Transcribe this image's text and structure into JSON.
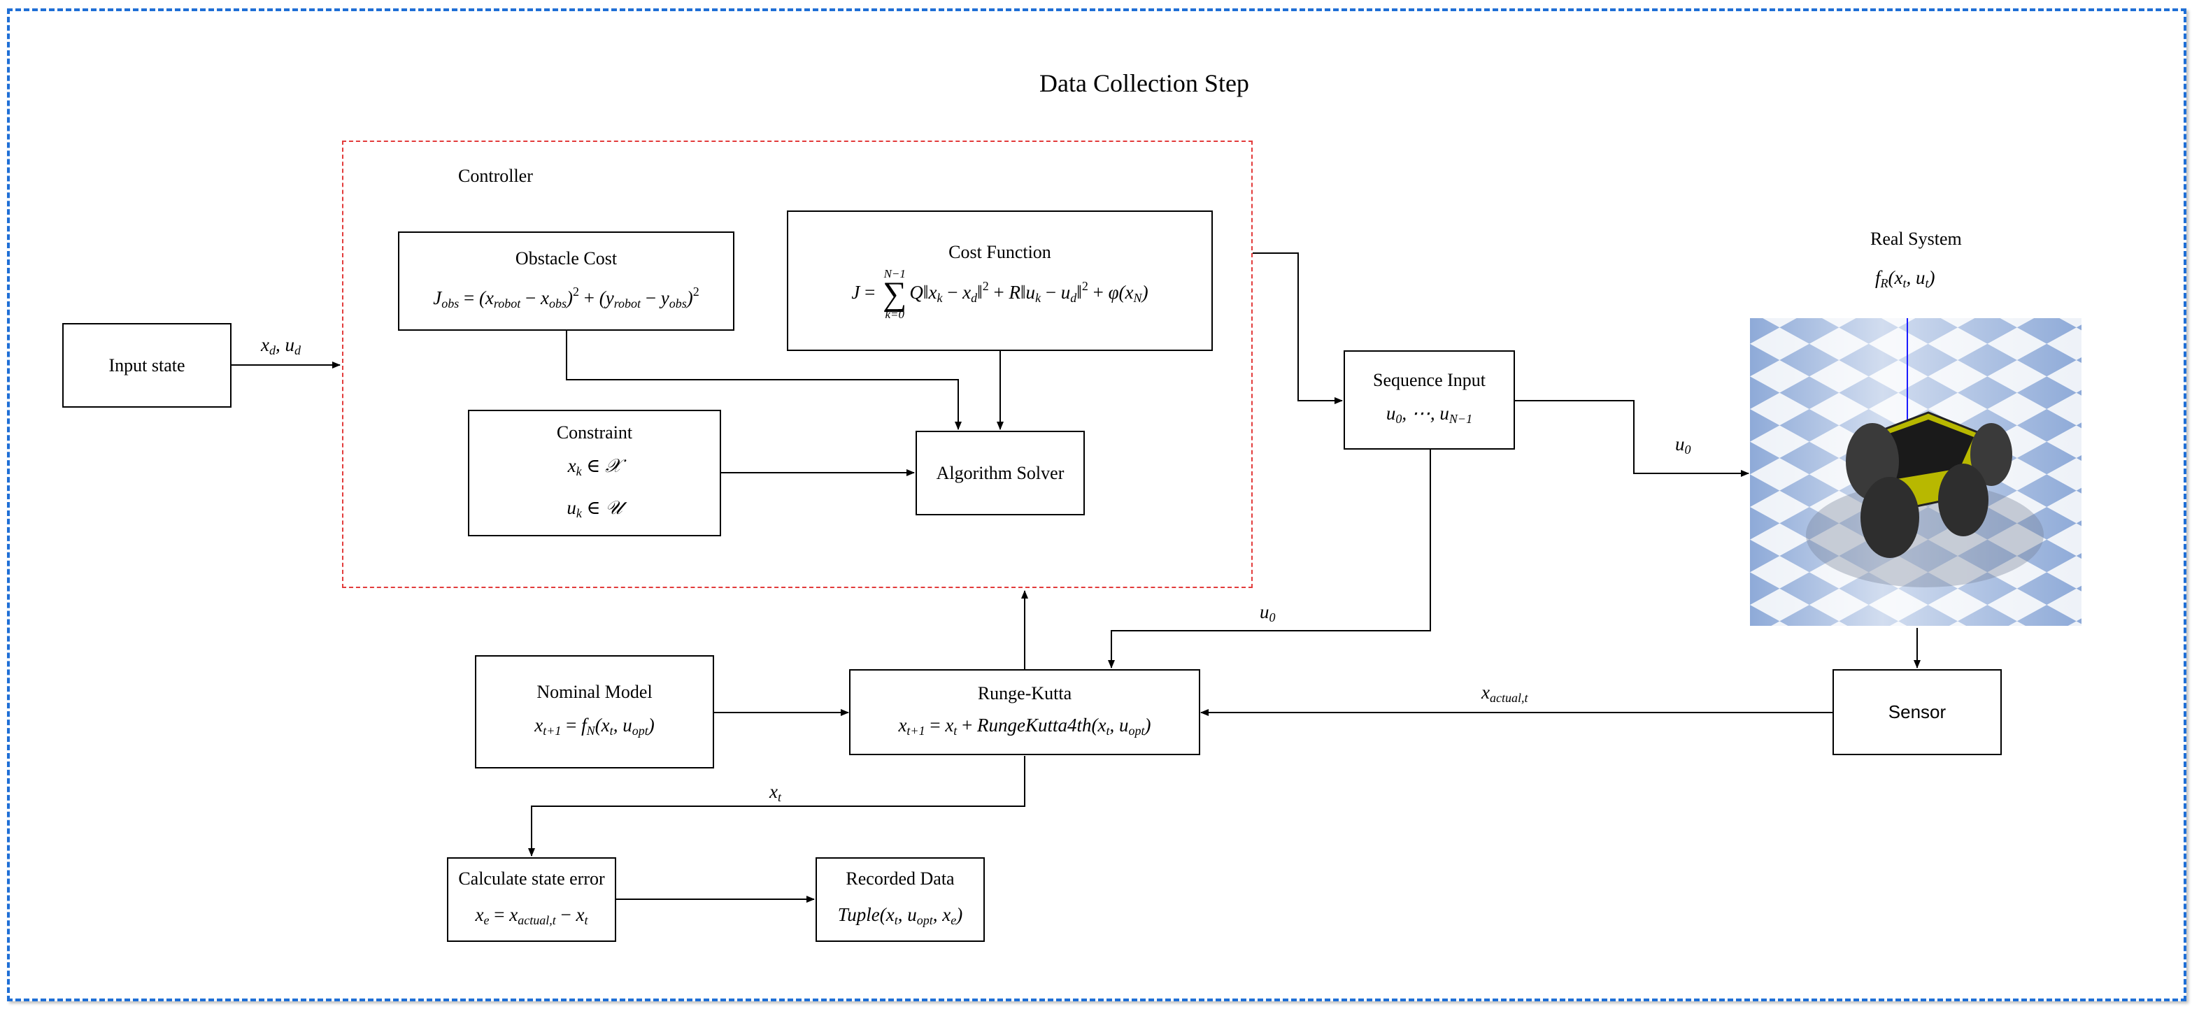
{
  "title": "Data Collection Step",
  "controller": {
    "label": "Controller",
    "obstacle_cost": {
      "title": "Obstacle Cost"
    },
    "cost_function": {
      "title": "Cost Function"
    },
    "constraint": {
      "title": "Constraint"
    },
    "solver": {
      "title": "Algorithm Solver"
    }
  },
  "input_state": {
    "title": "Input state",
    "edge_label": "x_d, u_d"
  },
  "sequence_input": {
    "title": "Sequence Input"
  },
  "real_system": {
    "title": "Real System",
    "formula": "f_R(x_t, u_t)"
  },
  "sensor": {
    "title": "Sensor"
  },
  "nominal_model": {
    "title": "Nominal Model"
  },
  "runge_kutta": {
    "title": "Runge-Kutta"
  },
  "state_error": {
    "title": "Calculate state error"
  },
  "recorded_data": {
    "title": "Recorded Data"
  },
  "edge_labels": {
    "u0_top": "u_0",
    "u0_mid": "u_0",
    "x_actual": "x_actual,t",
    "x_t": "x_t"
  },
  "colors": {
    "outer_border": "#1f6fd6",
    "controller_border": "#e23b3b",
    "robot_body": "#c8c800",
    "floor_blue": "#8eaad8"
  }
}
